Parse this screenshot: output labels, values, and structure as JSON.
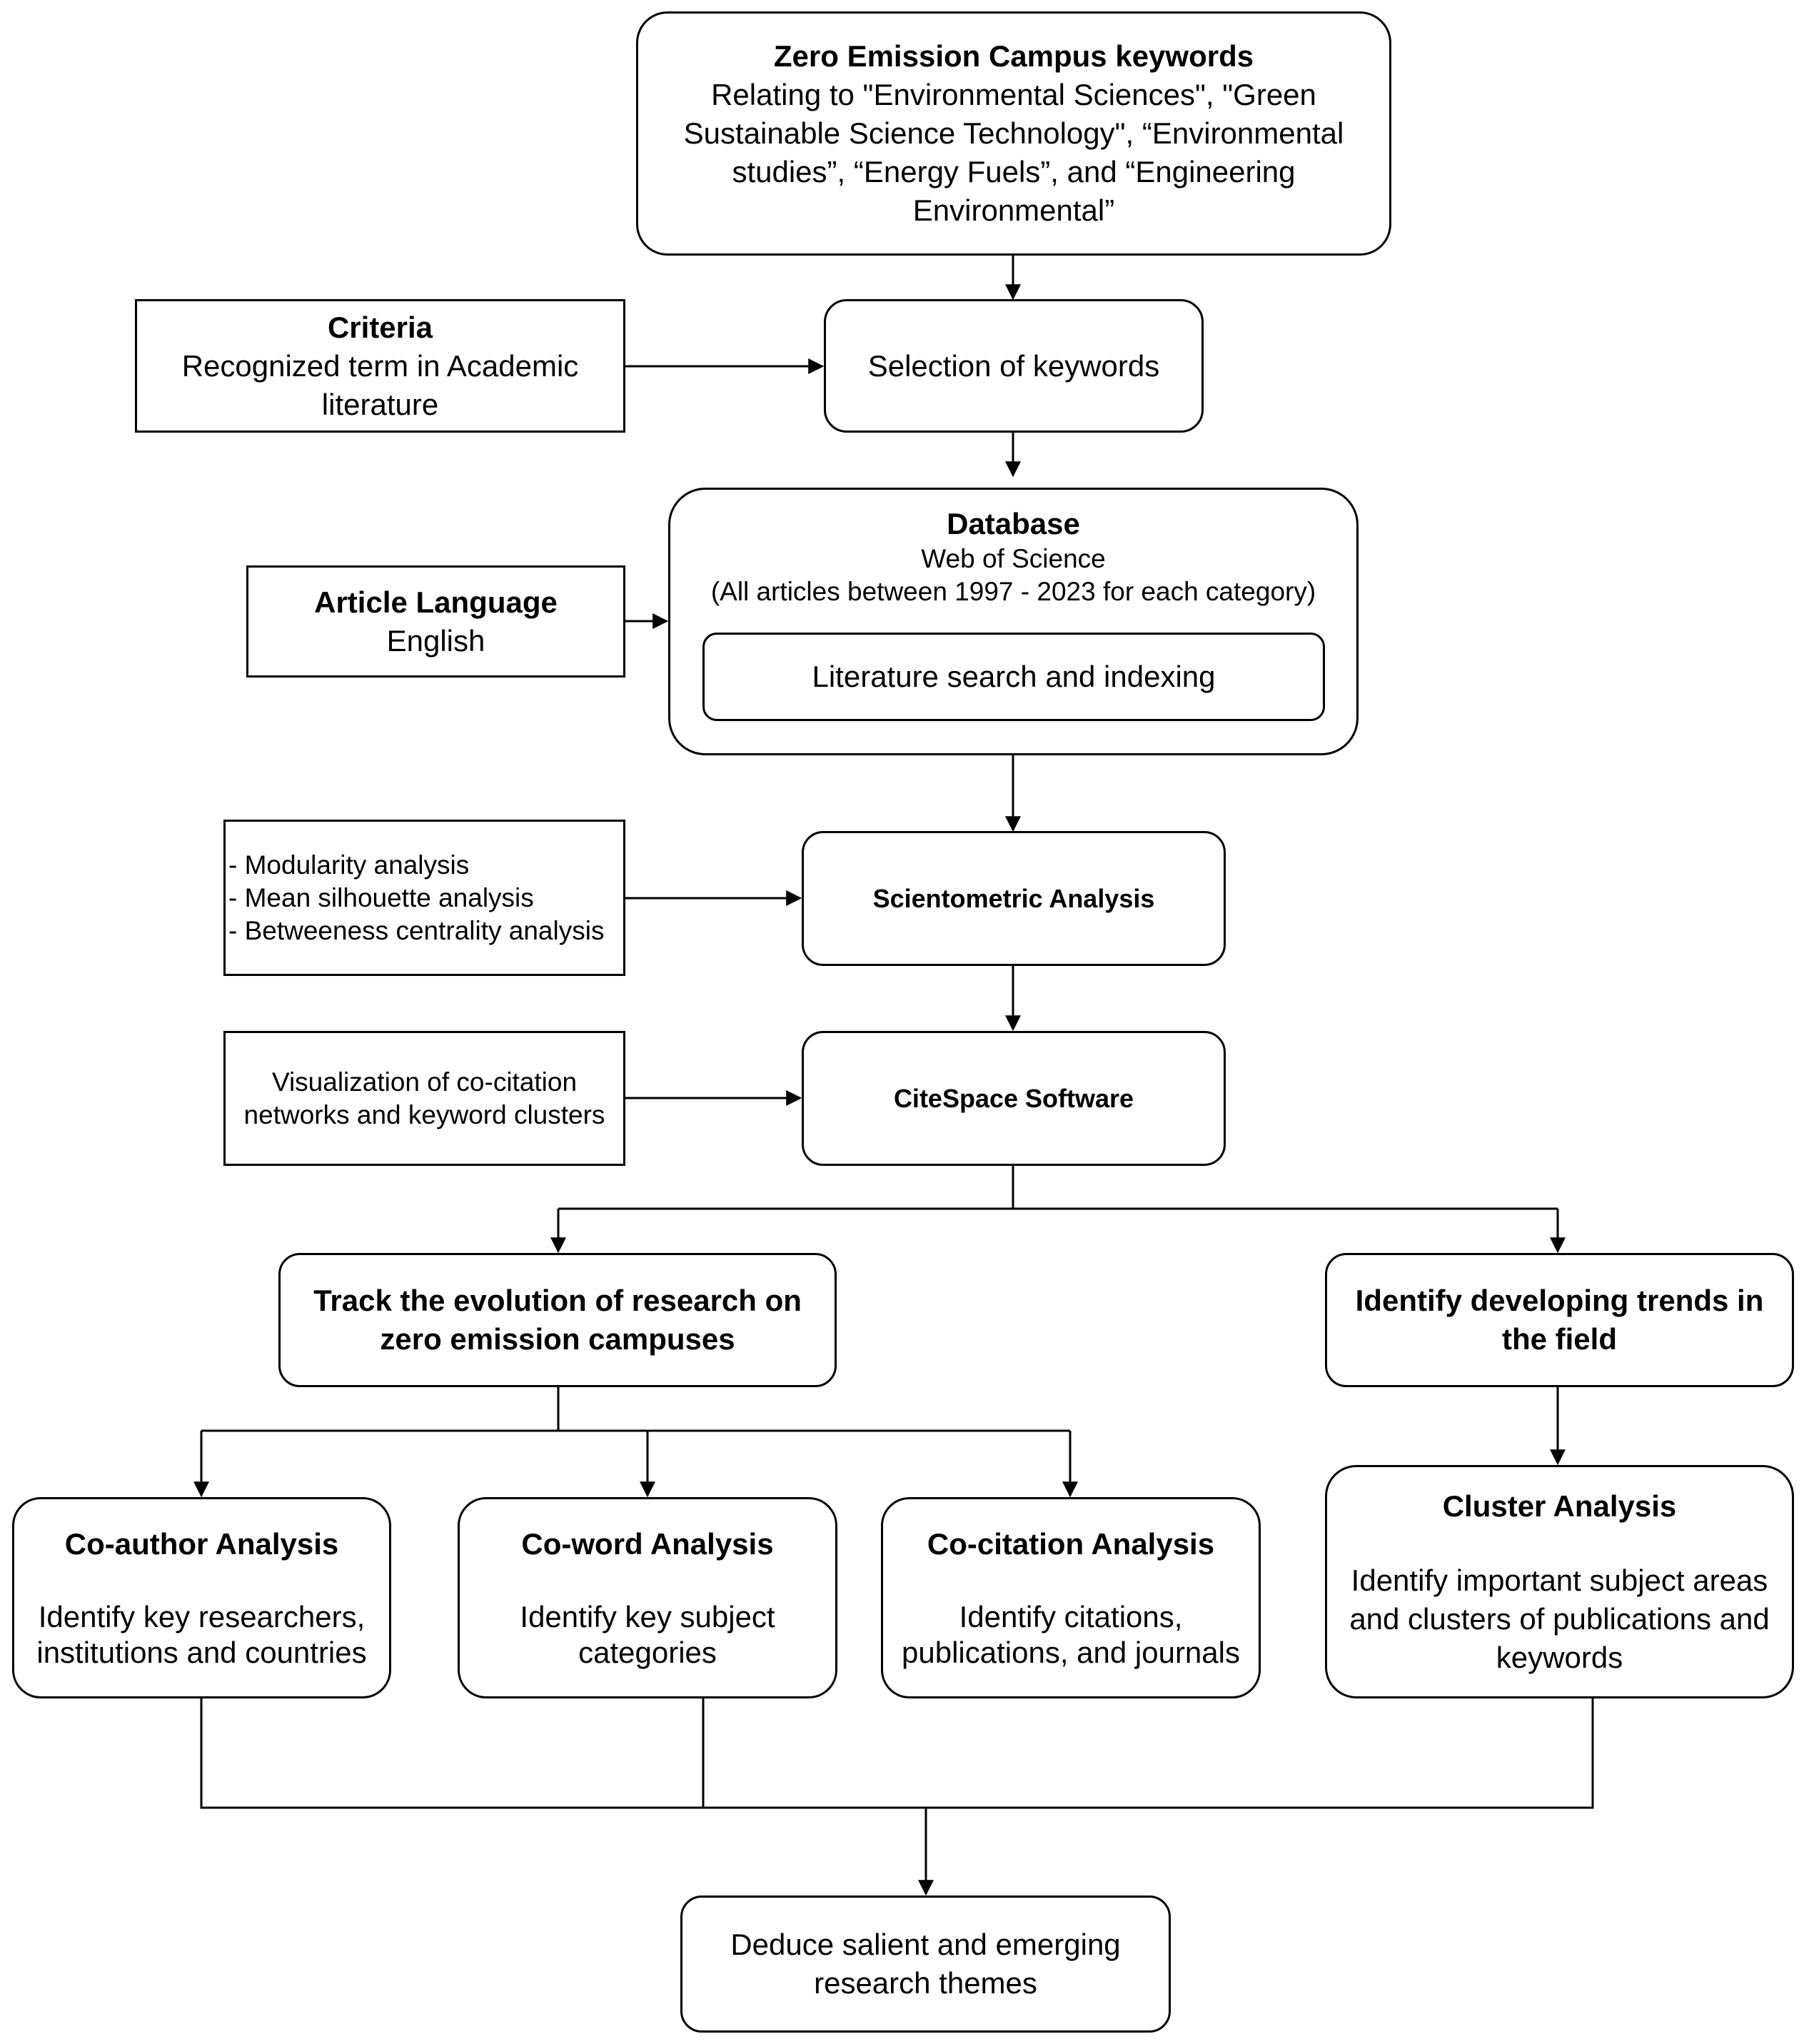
{
  "nodes": {
    "zec": {
      "title": "Zero Emission Campus keywords",
      "lines": [
        "Relating to \"Environmental Sciences\", \"Green",
        "Sustainable Science Technology\", “Environmental",
        "studies”, “Energy Fuels”, and “Engineering",
        "Environmental”"
      ]
    },
    "criteria": {
      "title": "Criteria",
      "lines": [
        "Recognized term in Academic",
        "literature"
      ]
    },
    "selection": {
      "label": "Selection of keywords"
    },
    "database": {
      "title": "Database",
      "line1": "Web of Science",
      "line2": "(All articles between 1997 - 2023 for each category)",
      "inner": "Literature search and indexing"
    },
    "language": {
      "title": "Article Language",
      "value": "English"
    },
    "methods": {
      "items": [
        "- Modularity analysis",
        "- Mean silhouette analysis",
        "- Betweeness centrality analysis"
      ]
    },
    "scientometric": {
      "label": "Scientometric Analysis"
    },
    "visualization": {
      "lines": [
        "Visualization of co-citation",
        "networks and keyword clusters"
      ]
    },
    "citespace": {
      "label": "CiteSpace Software"
    },
    "track": {
      "lines": [
        "Track the evolution of research on",
        "zero emission campuses"
      ]
    },
    "identify": {
      "lines": [
        "Identify developing trends in",
        "the field"
      ]
    },
    "coauthor": {
      "title": "Co-author Analysis",
      "lines": [
        "Identify key researchers,",
        "institutions and countries"
      ]
    },
    "coword": {
      "title": "Co-word Analysis",
      "lines": [
        "Identify key subject",
        "categories"
      ]
    },
    "cocitation": {
      "title": "Co-citation Analysis",
      "lines": [
        "Identify citations,",
        "publications, and journals"
      ]
    },
    "cluster": {
      "title": "Cluster Analysis",
      "lines": [
        "Identify important subject areas",
        "and clusters of publications and",
        "keywords"
      ]
    },
    "deduce": {
      "lines": [
        "Deduce salient and emerging",
        "research themes"
      ]
    }
  },
  "colors": {
    "stroke": "#000000",
    "background": "#ffffff"
  }
}
